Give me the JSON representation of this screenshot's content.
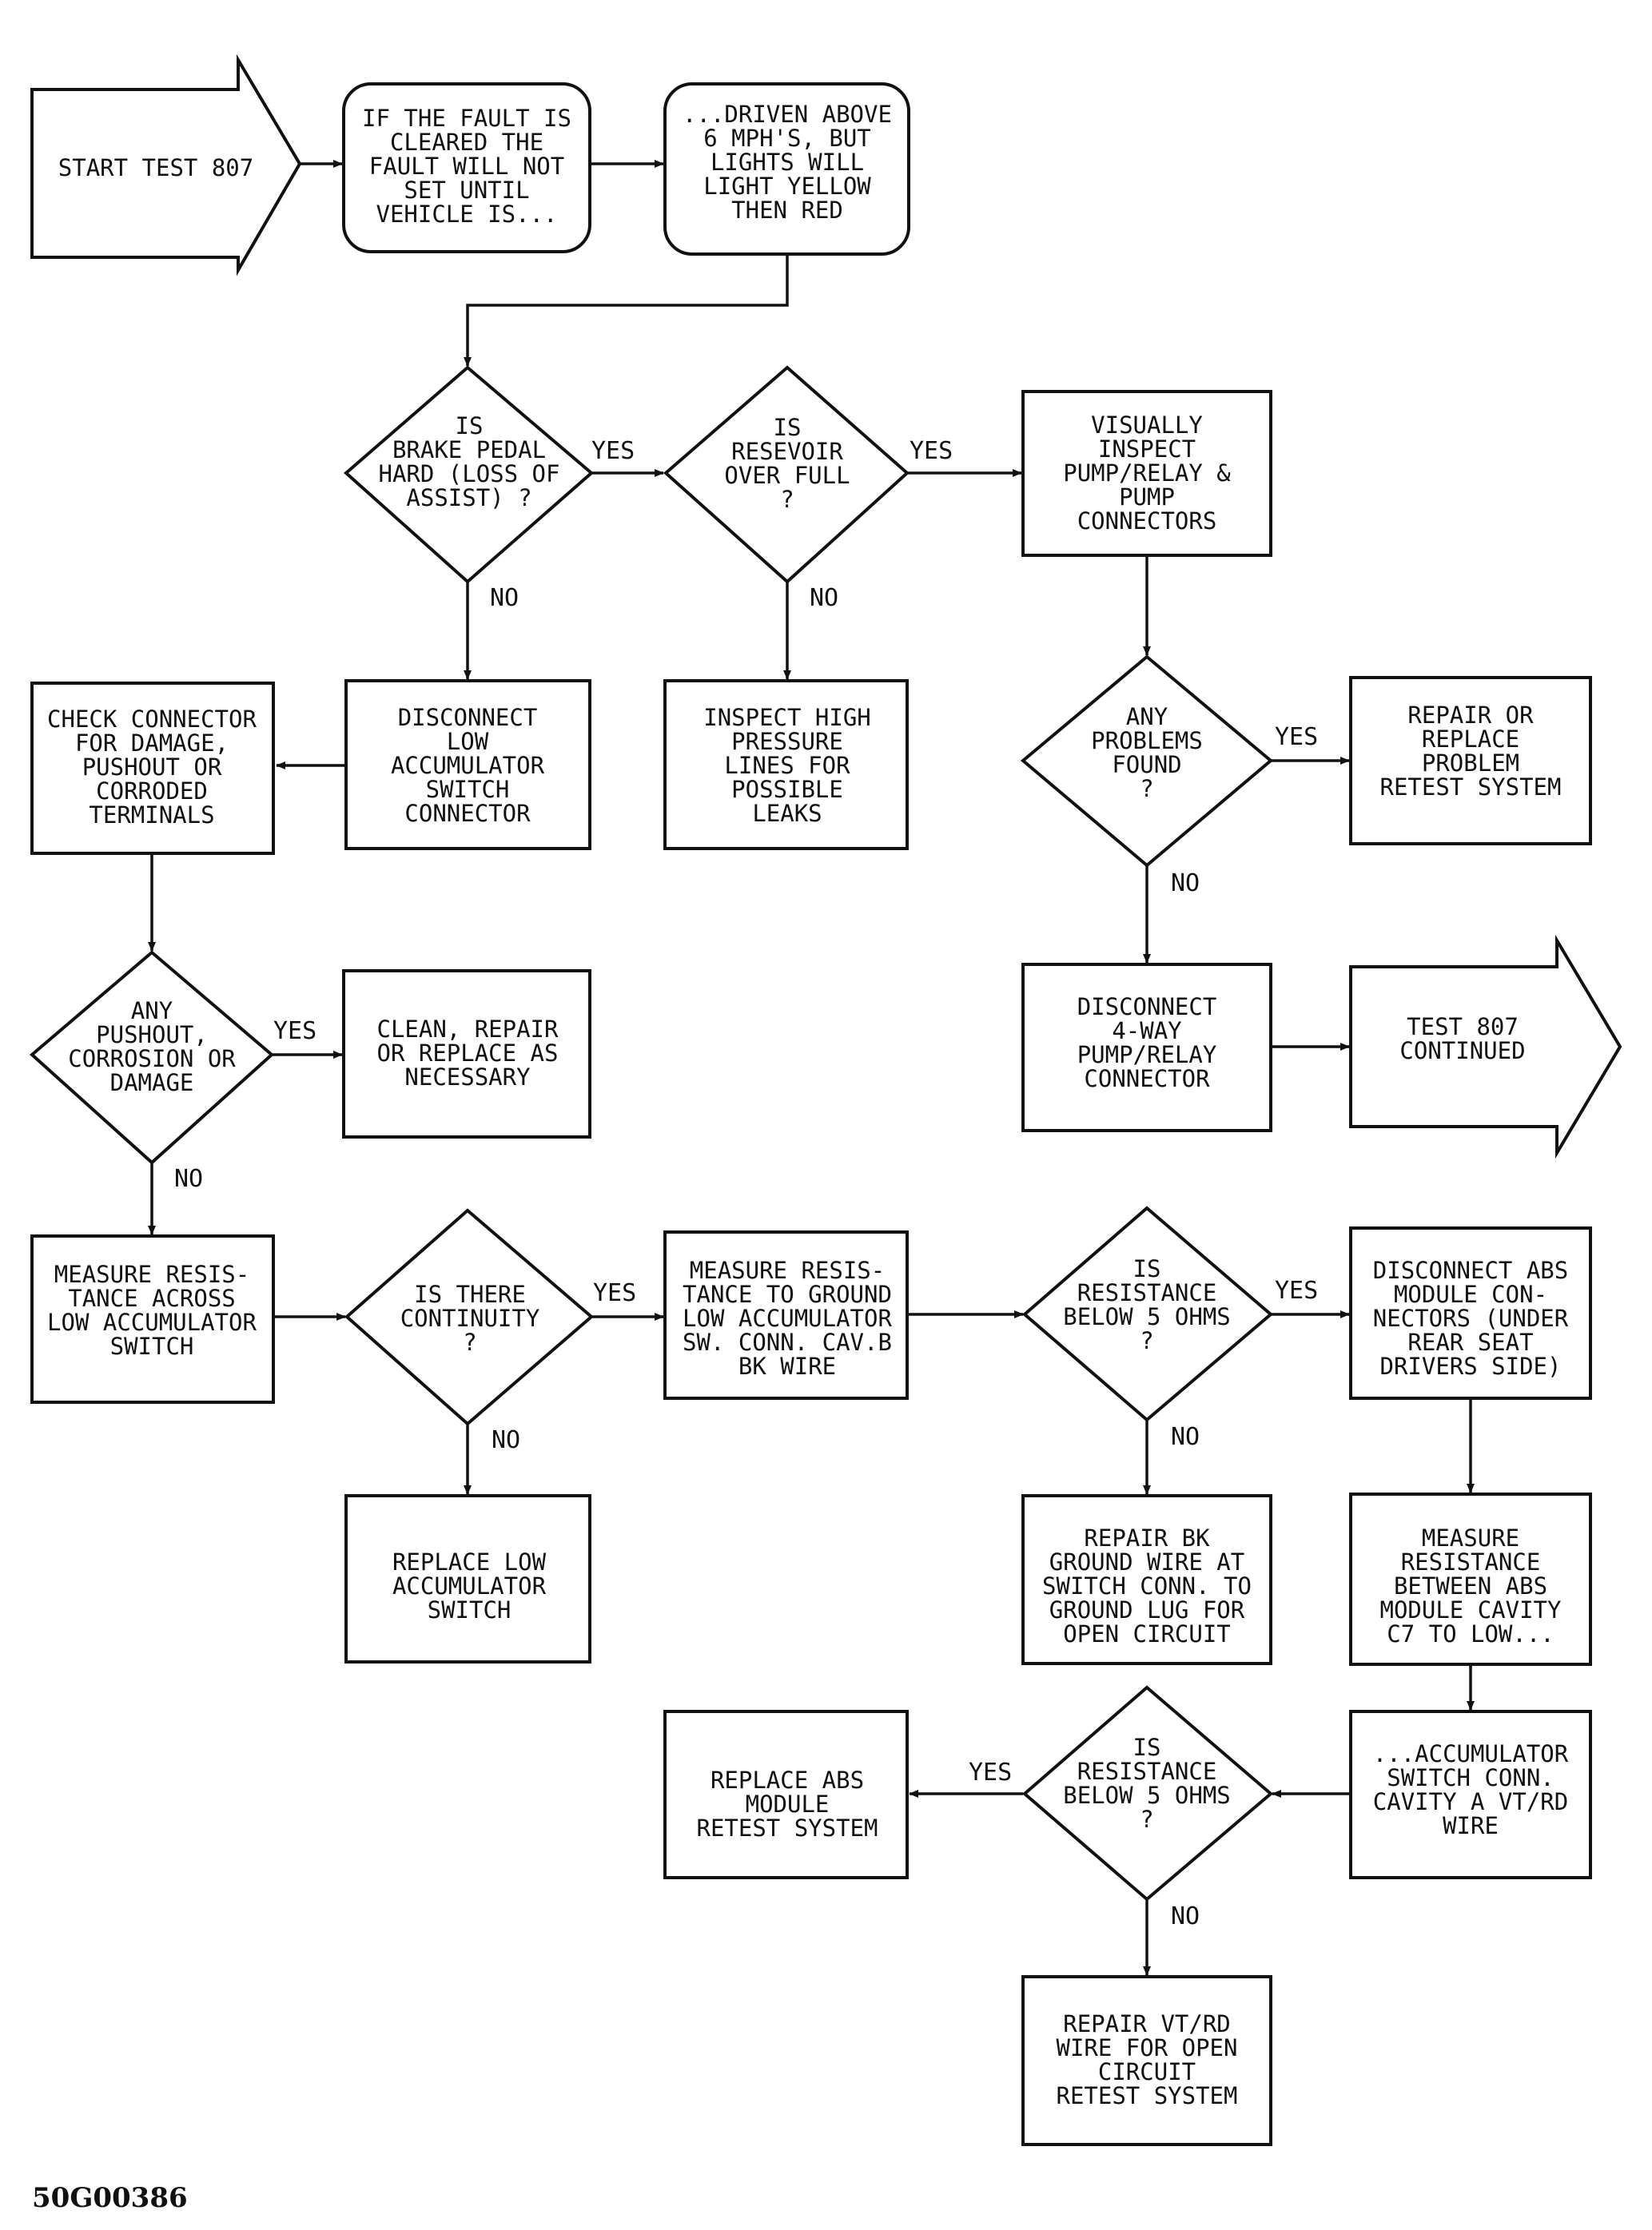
{
  "nodes": {
    "start": {
      "lines": [
        "START TEST 807"
      ]
    },
    "fault_cleared": {
      "lines": [
        "IF THE FAULT IS",
        "CLEARED THE",
        "FAULT WILL NOT",
        "SET UNTIL",
        "VEHICLE IS..."
      ]
    },
    "driven_above": {
      "lines": [
        "...DRIVEN ABOVE",
        "6 MPH'S, BUT",
        "LIGHTS WILL",
        "LIGHT YELLOW",
        "THEN RED"
      ]
    },
    "brake_pedal": {
      "lines": [
        "IS",
        "BRAKE PEDAL",
        "HARD (LOSS OF",
        "ASSIST) ?"
      ]
    },
    "reservoir": {
      "lines": [
        "IS",
        "RESEVOIR",
        "OVER FULL",
        "?"
      ]
    },
    "visually_inspect": {
      "lines": [
        "VISUALLY",
        "INSPECT",
        "PUMP/RELAY &",
        "PUMP",
        "CONNECTORS"
      ]
    },
    "check_connector": {
      "lines": [
        "CHECK CONNECTOR",
        "FOR DAMAGE,",
        "PUSHOUT OR",
        "CORRODED",
        "TERMINALS"
      ]
    },
    "disconnect_low_acc": {
      "lines": [
        "DISCONNECT",
        "LOW",
        "ACCUMULATOR",
        "SWITCH",
        "CONNECTOR"
      ]
    },
    "inspect_high_pressure": {
      "lines": [
        "INSPECT HIGH",
        "PRESSURE",
        "LINES FOR",
        "POSSIBLE",
        "LEAKS"
      ]
    },
    "any_problems": {
      "lines": [
        "ANY",
        "PROBLEMS",
        "FOUND",
        "?"
      ]
    },
    "repair_replace_problem": {
      "lines": [
        "REPAIR OR",
        "REPLACE",
        "PROBLEM",
        "RETEST SYSTEM"
      ]
    },
    "any_pushout": {
      "lines": [
        "ANY",
        "PUSHOUT,",
        "CORROSION OR",
        "DAMAGE"
      ]
    },
    "clean_repair": {
      "lines": [
        "CLEAN, REPAIR",
        "OR REPLACE AS",
        "NECESSARY"
      ]
    },
    "disconnect_4way": {
      "lines": [
        "DISCONNECT",
        "4-WAY",
        "PUMP/RELAY",
        "CONNECTOR"
      ]
    },
    "test_807_continued": {
      "lines": [
        "TEST 807",
        "CONTINUED"
      ]
    },
    "measure_across": {
      "lines": [
        "MEASURE RESIS-",
        "TANCE ACROSS",
        "LOW ACCUMULATOR",
        "SWITCH"
      ]
    },
    "continuity": {
      "lines": [
        "IS THERE",
        "CONTINUITY",
        "?"
      ]
    },
    "measure_ground": {
      "lines": [
        "MEASURE RESIS-",
        "TANCE TO GROUND",
        "LOW ACCUMULATOR",
        "SW. CONN. CAV.B",
        "BK WIRE"
      ]
    },
    "resistance_below_1": {
      "lines": [
        "IS",
        "RESISTANCE",
        "BELOW 5 OHMS",
        "?"
      ]
    },
    "disconnect_abs": {
      "lines": [
        "DISCONNECT ABS",
        "MODULE CON-",
        "NECTORS (UNDER",
        "REAR SEAT",
        "DRIVERS SIDE)"
      ]
    },
    "replace_low_acc": {
      "lines": [
        "REPLACE LOW",
        "ACCUMULATOR",
        "SWITCH"
      ]
    },
    "repair_bk": {
      "lines": [
        "REPAIR BK",
        "GROUND WIRE AT",
        "SWITCH CONN. TO",
        "GROUND LUG FOR",
        "OPEN CIRCUIT"
      ]
    },
    "measure_between": {
      "lines": [
        "MEASURE",
        "RESISTANCE",
        "BETWEEN ABS",
        "MODULE CAVITY",
        "C7 TO LOW..."
      ]
    },
    "replace_abs": {
      "lines": [
        "REPLACE ABS",
        "MODULE",
        "RETEST SYSTEM"
      ]
    },
    "resistance_below_2": {
      "lines": [
        "IS",
        "RESISTANCE",
        "BELOW 5 OHMS",
        "?"
      ]
    },
    "accumulator_switch": {
      "lines": [
        "...ACCUMULATOR",
        "SWITCH CONN.",
        "CAVITY A VT/RD",
        "WIRE"
      ]
    },
    "repair_vt": {
      "lines": [
        "REPAIR VT/RD",
        "WIRE FOR OPEN",
        "CIRCUIT",
        "RETEST SYSTEM"
      ]
    }
  },
  "edge_labels": {
    "yes_brake": "YES",
    "no_brake": "NO",
    "yes_reservoir": "YES",
    "no_reservoir": "NO",
    "yes_problems": "YES",
    "no_problems": "NO",
    "yes_pushout": "YES",
    "no_pushout": "NO",
    "yes_continuity": "YES",
    "no_continuity": "NO",
    "yes_resistance_1": "YES",
    "no_resistance_1": "NO",
    "yes_resistance_2": "YES",
    "no_resistance_2": "NO"
  },
  "figure_code": "50G00386"
}
